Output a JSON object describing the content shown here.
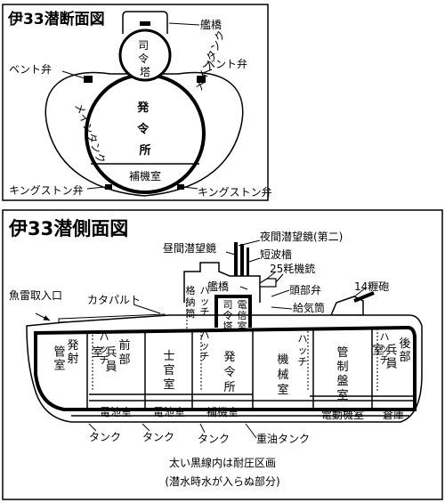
{
  "cross_section": {
    "title": "伊33潜断面図",
    "bridge": "艦橋",
    "conning_tower": "司令塔",
    "control_room": "発令所",
    "auxiliary_room": "補機室",
    "vent_valve_left": "ベント弁",
    "vent_valve_right": "ベント弁",
    "main_tank_left": "メインタンク",
    "main_tank_right": "メインタンク",
    "kingston_left": "キングストン弁",
    "kingston_right": "キングストン弁"
  },
  "side_view": {
    "title": "伊33潜側面図",
    "night_periscope": "夜間潜望鏡(第二)",
    "day_periscope": "昼間潜望鏡",
    "short_wave_mast": "短波檣",
    "mg_25": "25粍機銃",
    "bridge": "艦橋",
    "head_valve": "頭部弁",
    "gun_14": "14糎砲",
    "air_intake": "給気筒",
    "torpedo_hatch": "魚雷取入口",
    "catapult": "カタパルト",
    "hangar": "格納筒",
    "hatch_1": "ハッチ",
    "hatch_2": "ハッチ",
    "hatch_3": "ハッチ",
    "hatch_4": "ハッチ",
    "hatch_5": "ハッチ",
    "conning_tower": "司令塔",
    "radio_room": "電信室",
    "torpedo_room": "発射管室",
    "fwd_crew": "前部兵員室",
    "officers": "士官室",
    "control_room": "発令所",
    "engine_room": "機械室",
    "control_panel_room": "管制盤室",
    "aft_crew": "後部兵員室",
    "battery_1": "電池室",
    "battery_2": "電池室",
    "aux_room": "補機室",
    "motor_room": "電動機室",
    "storage": "倉庫",
    "tank_1": "タンク",
    "tank_2": "タンク",
    "tank_3": "タンク",
    "fuel_tank": "重油タンク",
    "caption_1": "太い黒線内は耐圧区画",
    "caption_2": "(潜水時水が入らぬ部分)"
  }
}
